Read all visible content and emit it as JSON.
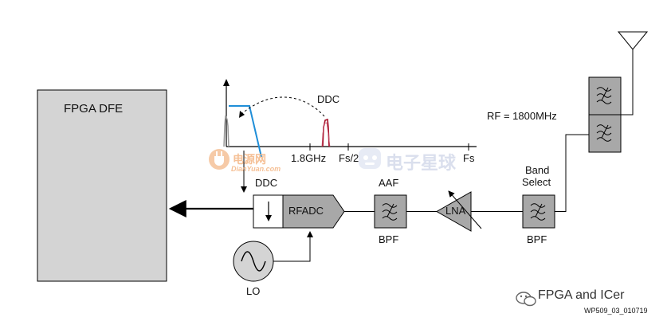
{
  "blocks": {
    "fpga": "FPGA DFE",
    "rfadc": "RFADC",
    "ddc": "DDC",
    "lna": "LNA",
    "lo": "LO",
    "aaf": "AAF",
    "aaf_bpf": "BPF",
    "band_select_line1": "Band",
    "band_select_line2": "Select",
    "band_bpf": "BPF"
  },
  "spectrum": {
    "ddc_label": "DDC",
    "tick_1": "1.8GHz",
    "tick_2": "Fs/2",
    "tick_3": "Fs"
  },
  "rf_label": "RF = 1800MHz",
  "footer": {
    "brand": "FPGA and ICer",
    "code": "WP509_03_010719"
  },
  "watermarks": {
    "site_cn": "电源网",
    "site_en": "DianYuan.com",
    "brand_cn": "电子星球"
  },
  "colors": {
    "block_gray": "#d4d4d4",
    "dark_gray": "#a8a8a8",
    "spectrum_blue": "#1f8ed8",
    "spectrum_red": "#a8122a",
    "watermark_orange": "#f0a060"
  }
}
